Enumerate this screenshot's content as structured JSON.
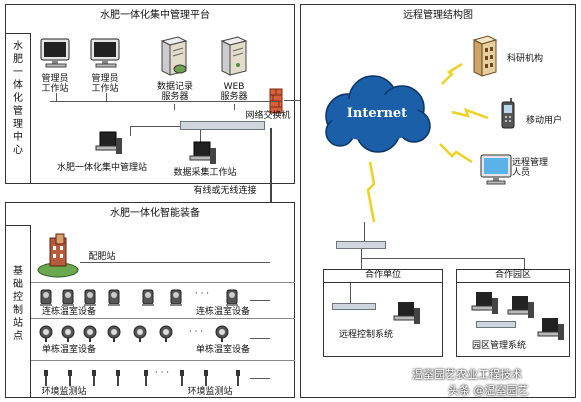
{
  "panels": {
    "platform_title": "水肥一体化集中管理平台",
    "remote_title": "远程管理结构图",
    "equipment_title": "水肥一体化智能装备",
    "center_vertical": [
      "水",
      "肥",
      "一",
      "体",
      "化",
      "管",
      "理",
      "中",
      "心"
    ],
    "site_vertical": [
      "基",
      "础",
      "控",
      "制",
      "站",
      "点"
    ]
  },
  "platform": {
    "admin1": [
      "管理员",
      "工作站"
    ],
    "admin2": [
      "管理员",
      "工作站"
    ],
    "db_server": [
      "数据记录",
      "服务器"
    ],
    "web_server": [
      "WEB",
      "服务器"
    ],
    "switch": "网络交换机",
    "central_station": "水肥一体化集中管理站",
    "data_station": "数据采集工作站",
    "link": "有线或无线连接"
  },
  "remote": {
    "internet": "Internet",
    "research": "科研机构",
    "mobile": "移动用户",
    "remote_staff": [
      "远程管理",
      "人员"
    ],
    "partner_unit": "合作单位",
    "partner_park": "合作园区",
    "remote_control": "远程控制系统",
    "park_mgmt": "园区管理系统"
  },
  "equipment": {
    "fertilizer_station": "配肥站",
    "row1_left": "连栋温室设备",
    "row1_right": "连栋温室设备",
    "row2_left": "单栋温室设备",
    "row2_right": "单栋温室设备",
    "row3_left": "环境监测站",
    "row3_right": "环境监测站",
    "ellipsis": "· · ·"
  },
  "watermark": {
    "line1": "温室园艺农业工程技术",
    "line2": "头条 @温室园艺"
  },
  "colors": {
    "cloud": "#1a5fa8",
    "lightning": "#f0d020",
    "bus": "#cfd5dc"
  }
}
